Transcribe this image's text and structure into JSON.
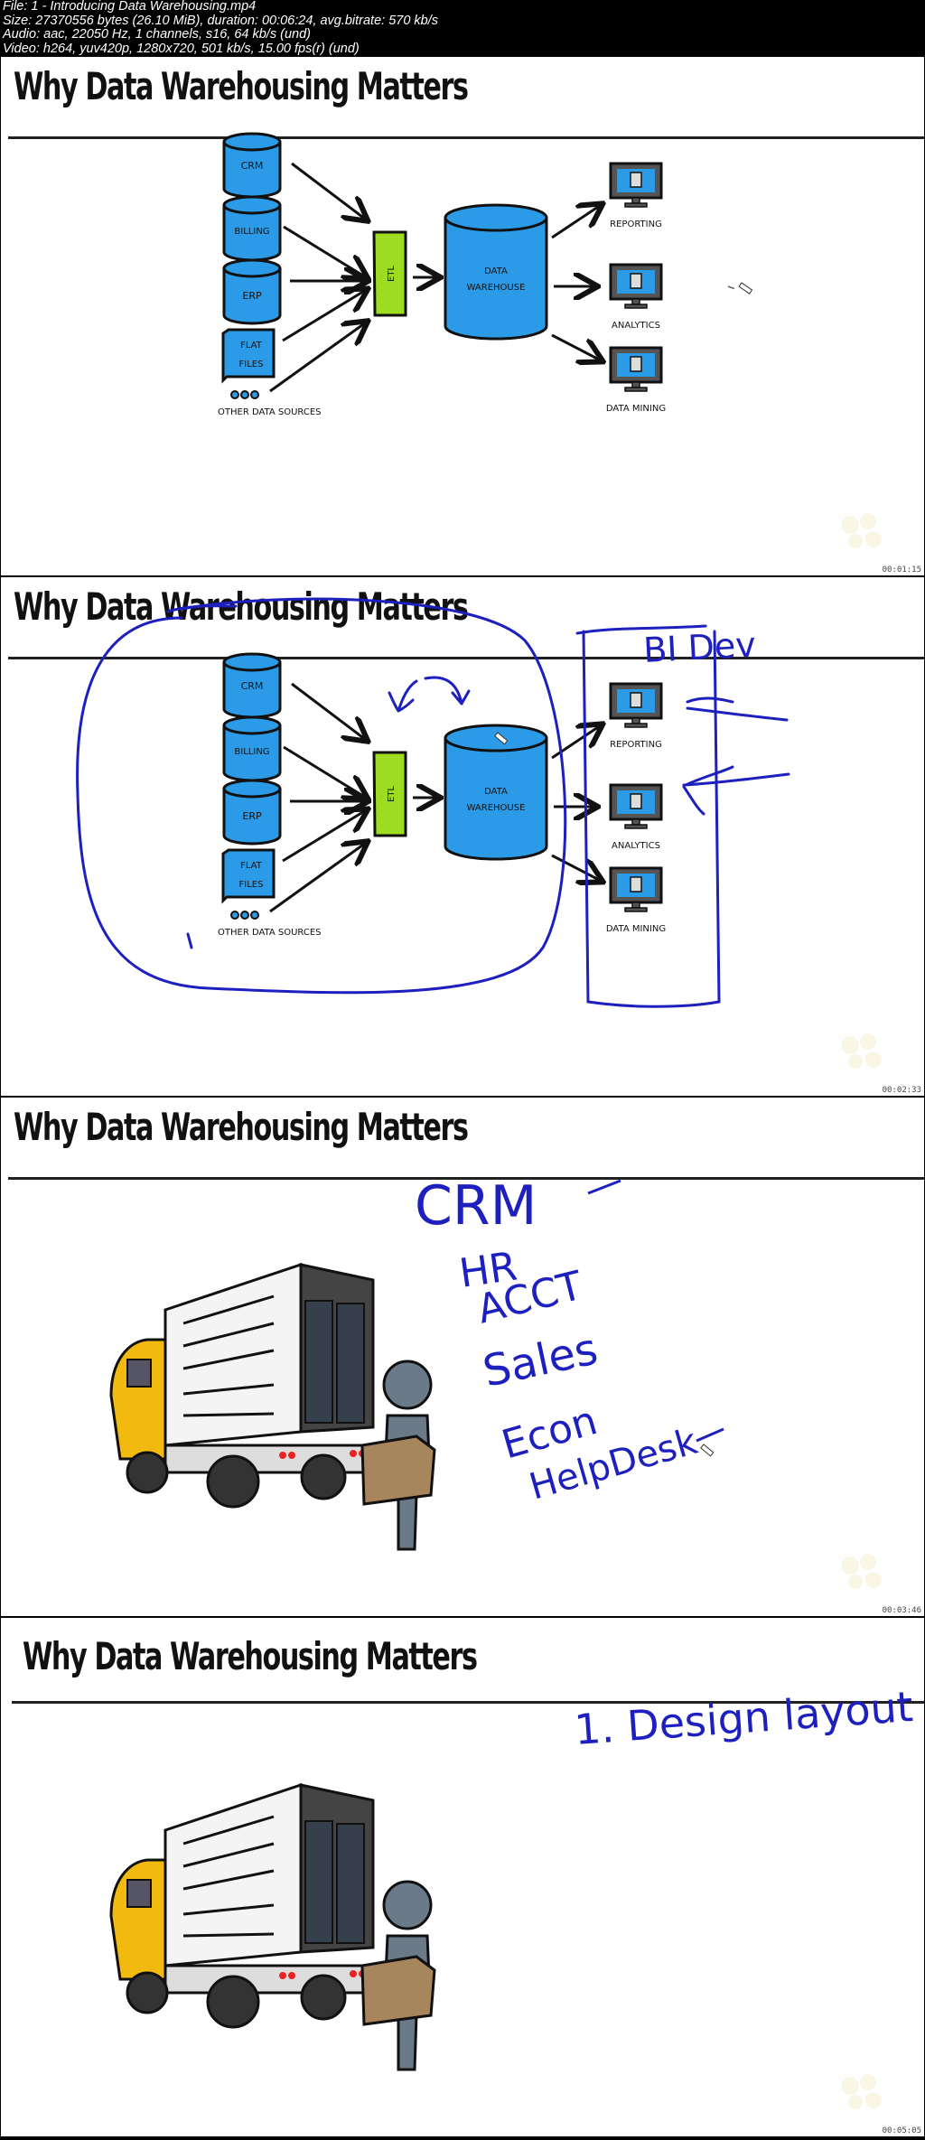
{
  "info": {
    "line1": "File: 1 - Introducing Data Warehousing.mp4",
    "line2": "Size: 27370556 bytes (26.10 MiB), duration: 00:06:24, avg.bitrate: 570 kb/s",
    "line3": "Audio: aac, 22050 Hz, 1 channels, s16, 64 kb/s (und)",
    "line4": "Video: h264, yuv420p, 1280x720, 501 kb/s, 15.00 fps(r) (und)"
  },
  "frames": [
    {
      "title": "Why Data Warehousing Matters",
      "timestamp": "00:01:15",
      "diagram": {
        "sources": [
          "CRM",
          "BILLING",
          "ERP",
          "FLAT",
          "FILES"
        ],
        "other_sources": "OTHER DATA SOURCES",
        "etl": "ETL",
        "warehouse_line1": "DATA",
        "warehouse_line2": "WAREHOUSE",
        "outputs": [
          "REPORTING",
          "ANALYTICS",
          "DATA MINING"
        ]
      }
    },
    {
      "title": "Why Data Warehousing Matters",
      "timestamp": "00:02:33",
      "annotation": "BI Dev",
      "diagram": {
        "sources": [
          "CRM",
          "BILLING",
          "ERP",
          "FLAT",
          "FILES"
        ],
        "other_sources": "OTHER DATA SOURCES",
        "etl": "ETL",
        "warehouse_line1": "DATA",
        "warehouse_line2": "WAREHOUSE",
        "outputs": [
          "REPORTING",
          "ANALYTICS",
          "DATA MINING"
        ]
      }
    },
    {
      "title": "Why Data Warehousing Matters",
      "timestamp": "00:03:46",
      "handwritten_list": [
        "CRM",
        "HR",
        "ACCT",
        "Sales",
        "Econ",
        "HelpDesk"
      ]
    },
    {
      "title": "Why Data Warehousing Matters",
      "timestamp": "00:05:05",
      "handwritten_note": "1. Design layout"
    }
  ],
  "colors": {
    "db_blue": "#2b9be8",
    "etl_green": "#9ddc21",
    "ink_blue": "#1d1fbf",
    "truck_yellow": "#f2b90f",
    "figure_gray": "#6b7a89",
    "box_brown": "#a8865d"
  }
}
